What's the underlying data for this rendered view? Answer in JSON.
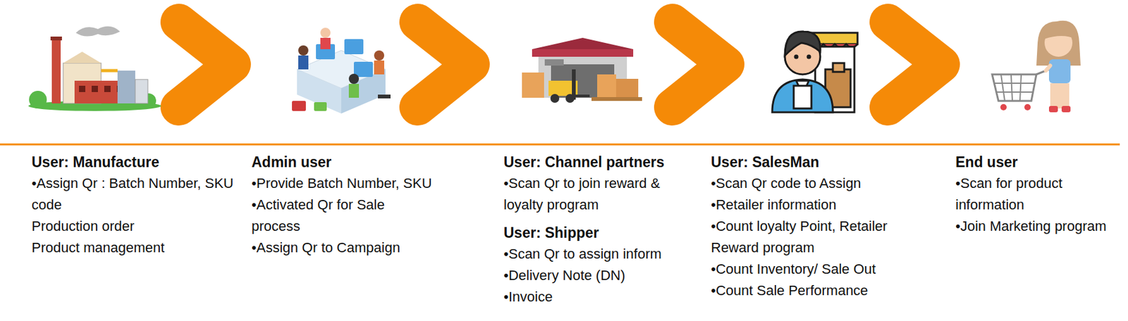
{
  "diagram": {
    "labels": [
      "User: Manufacture",
      "•Assign Qr : Batch Number, SKU code",
      "Production order",
      "Product management",
      "Admin user",
      "•Provide Batch Number, SKU",
      "•Activated Qr for Sale process",
      "•Assign Qr to Campaign",
      "User: Channel partners",
      "•Scan Qr to join reward & loyalty program",
      "User: Shipper",
      "•Scan Qr to assign inform",
      "•Delivery Note (DN)",
      "•Invoice",
      "User: SalesMan",
      "•Scan Qr code to Assign",
      "•Retailer information",
      "•Count loyalty Point, Retailer Reward program",
      "•Count Inventory/ Sale Out",
      "•Count Sale Performance",
      "End user",
      "•Scan for product information",
      "•Join Marketing program"
    ]
  }
}
